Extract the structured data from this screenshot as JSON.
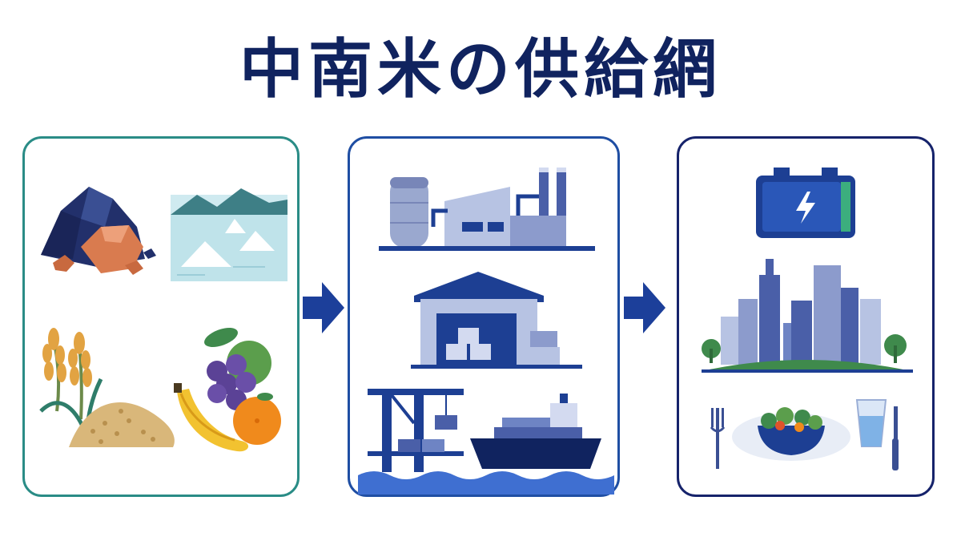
{
  "title": "中南米の供給網",
  "colors": {
    "title": "#10235f",
    "raw_border": "#2a8c86",
    "process_border": "#1f4ea3",
    "use_border": "#16236b",
    "arrow": "#1c3f9a"
  },
  "panels": [
    {
      "id": "raw-materials",
      "icons": [
        "ore-rocks-icon",
        "salt-flats-icon",
        "wheat-grain-icon",
        "fruits-icon"
      ]
    },
    {
      "id": "processing-logistics",
      "icons": [
        "factory-icon",
        "warehouse-icon",
        "port-ship-icon"
      ]
    },
    {
      "id": "end-use",
      "icons": [
        "battery-icon",
        "city-icon",
        "meal-icon"
      ]
    }
  ]
}
